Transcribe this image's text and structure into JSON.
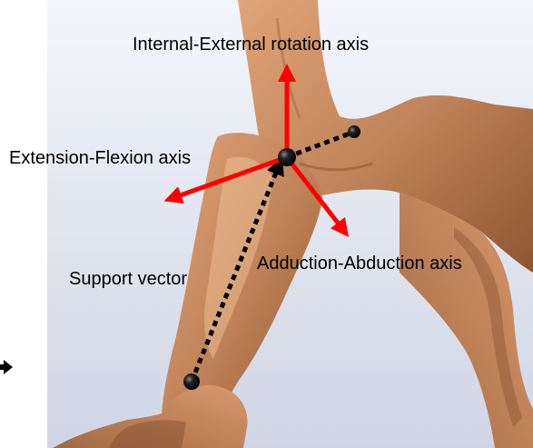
{
  "labels": {
    "internal_external": "Internal-External rotation axis",
    "extension_flexion": "Extension-Flexion axis",
    "adduction_abduction": "Adduction-Abduction axis",
    "support_vector": "Support vector"
  },
  "colors": {
    "axis_arrow": "#ff0000",
    "dotted_vector": "#000000",
    "joint_marker": "#111111",
    "skin": "#c98a5e",
    "background_top": "#eef1f7",
    "background_bottom": "#cdd3e2"
  }
}
